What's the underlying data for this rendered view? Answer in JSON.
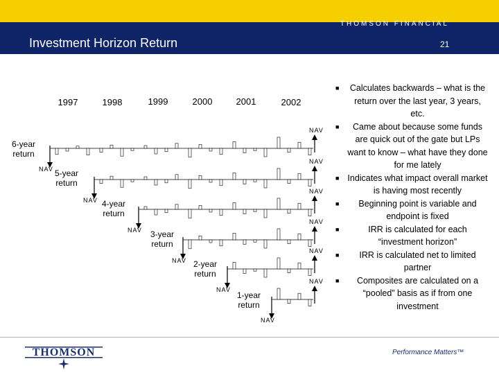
{
  "header": {
    "brand": "THOMSON FINANCIAL",
    "title": "Investment Horizon Return",
    "page_number": "21"
  },
  "diagram": {
    "years": [
      "1997",
      "1998",
      "1999",
      "2000",
      "2001",
      "2002"
    ],
    "rows": [
      {
        "label_line1": "6-year",
        "label_line2": "return"
      },
      {
        "label_line1": "5-year",
        "label_line2": "return"
      },
      {
        "label_line1": "4-year",
        "label_line2": "return"
      },
      {
        "label_line1": "3-year",
        "label_line2": "return"
      },
      {
        "label_line1": "2-year",
        "label_line2": "return"
      },
      {
        "label_line1": "1-year",
        "label_line2": "return"
      }
    ],
    "nav_label": "NAV"
  },
  "bullets": [
    "Calculates backwards – what is the return over the last year, 3 years, etc.",
    "Came about because some funds are quick out of the gate but LPs want to know – what have they done for me lately",
    "Indicates what impact overall market is having most recently",
    "Beginning point is variable and endpoint is fixed",
    "IRR is calculated for each “investment horizon”",
    "IRR is calculated net to limited partner",
    "Composites are calculated on a “pooled” basis as if from one investment"
  ],
  "footer": {
    "logo_text": "THOMSON",
    "tagline": "Performance Matters™"
  }
}
